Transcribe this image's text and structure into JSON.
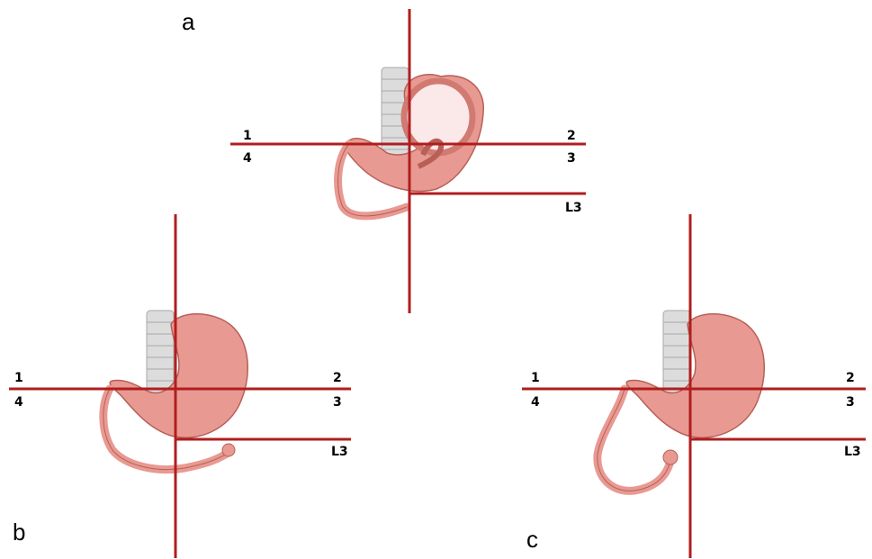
{
  "colors": {
    "axis_line": "#b01e1e",
    "stomach_fill": "#e89a92",
    "stomach_edge": "#b85f58",
    "stomach_inner": "#fbe8e8",
    "spine_fill": "#dcdcdc",
    "spine_edge": "#a9a9a9"
  },
  "panels": [
    {
      "letter": "a",
      "quadrants": {
        "q1": "1",
        "q2": "2",
        "q3": "3",
        "q4": "4"
      },
      "vertebra_label": "L3"
    },
    {
      "letter": "b",
      "quadrants": {
        "q1": "1",
        "q2": "2",
        "q3": "3",
        "q4": "4"
      },
      "vertebra_label": "L3"
    },
    {
      "letter": "c",
      "quadrants": {
        "q1": "1",
        "q2": "2",
        "q3": "3",
        "q4": "4"
      },
      "vertebra_label": "L3"
    }
  ],
  "icons": [
    "spine-icon",
    "stomach-icon",
    "duodenum-icon"
  ]
}
